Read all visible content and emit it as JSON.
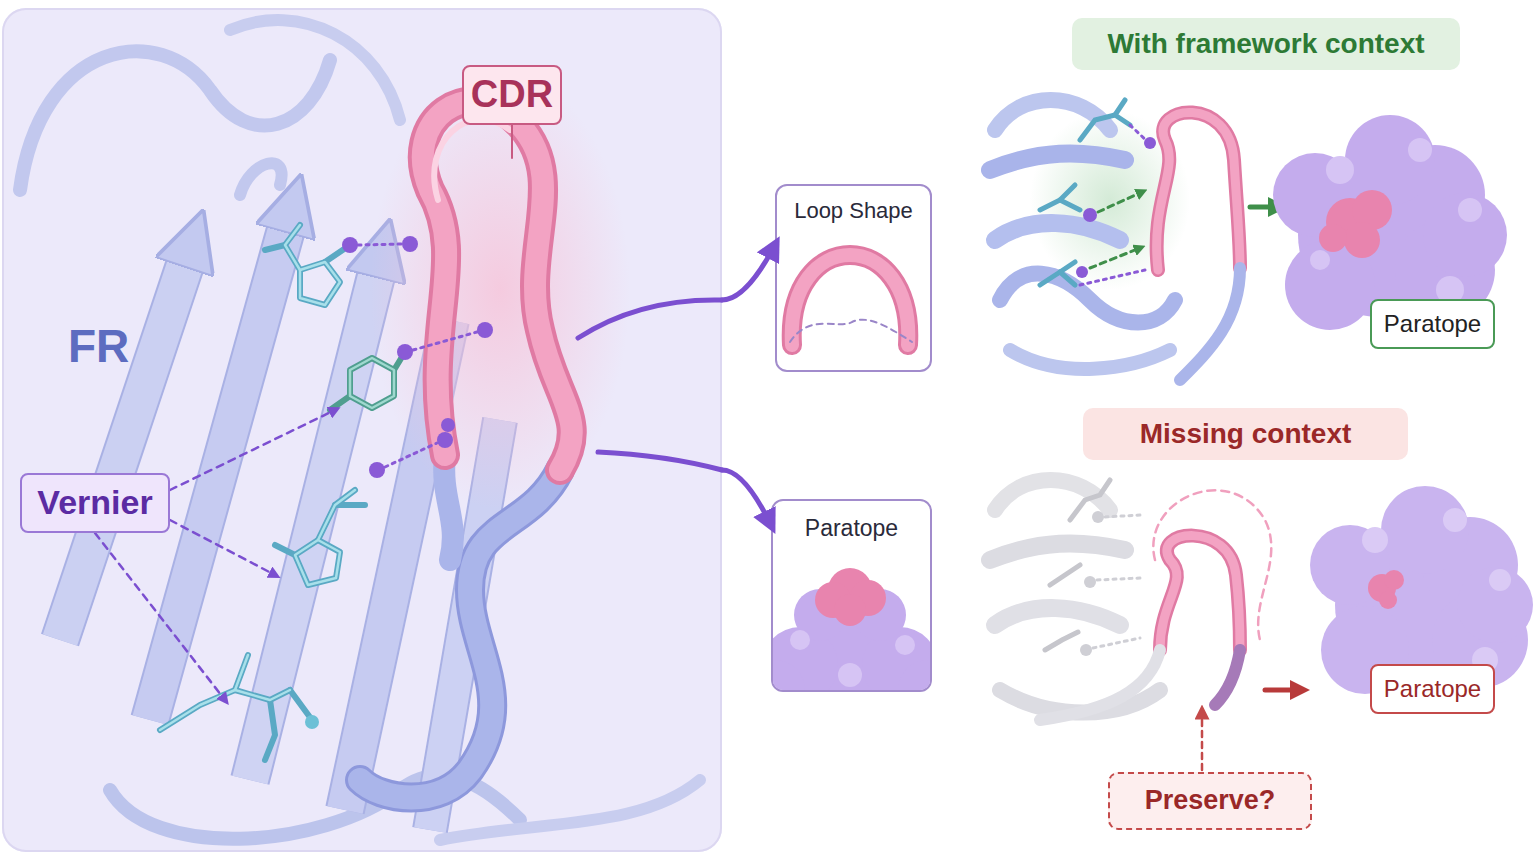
{
  "diagram": {
    "nodes": [
      {
        "text": [
          "FR"
        ]
      },
      {
        "text": [
          "CDR"
        ],
        "in": 0
      },
      {
        "text": [
          "Vernier"
        ],
        "in": 0
      },
      {
        "text": [
          "Loop Shape"
        ]
      },
      {
        "text": [
          "Paratope"
        ]
      },
      {
        "text": [
          "With framework context"
        ]
      },
      {
        "text": [
          "Paratope"
        ]
      },
      {
        "text": [
          "Missing context"
        ]
      },
      {
        "text": [
          "Paratope"
        ]
      },
      {
        "text": [
          "Preserve?"
        ]
      }
    ],
    "edges": [
      {
        "from": 0,
        "to": 3,
        "arrow": "to"
      },
      {
        "from": 0,
        "to": 4,
        "arrow": "to"
      }
    ]
  }
}
